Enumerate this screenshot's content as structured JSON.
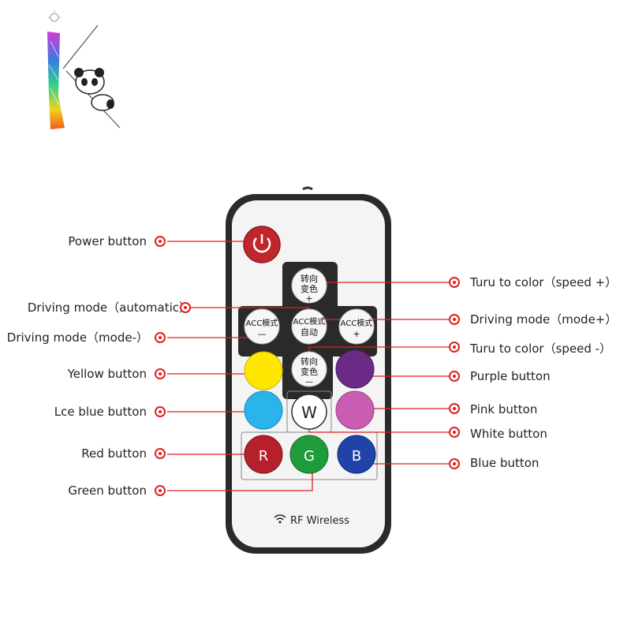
{
  "remote": {
    "power_label": "",
    "btn_top": {
      "line1": "转向",
      "line2": "变色",
      "line3": "+"
    },
    "btn_acc_minus": {
      "line1": "ACC模式",
      "line2": "—"
    },
    "btn_acc_auto": {
      "line1": "ACC模式",
      "line2": "自动"
    },
    "btn_acc_plus": {
      "line1": "ACC模式",
      "line2": "+"
    },
    "btn_bottom": {
      "line1": "转向",
      "line2": "变色",
      "line3": "—"
    },
    "btn_w": "W",
    "btn_r": "R",
    "btn_g": "G",
    "btn_b": "B",
    "footer": "RF Wireless"
  },
  "colors": {
    "power": "#c0272d",
    "yellow": "#ffe600",
    "purple": "#6a2a86",
    "lce_blue": "#2ab4ea",
    "pink": "#c95db2",
    "red": "#b5202a",
    "green": "#1f9b3d",
    "blue": "#2043a8",
    "accent": "#e02020"
  },
  "labels": {
    "power": "Power button",
    "driving_auto": "Driving mode（automatic）",
    "driving_minus": "Driving mode（mode-）",
    "yellow": "Yellow button",
    "lce_blue": "Lce blue button",
    "red": "Red button",
    "green": "Green button",
    "turu_plus": "Turu to color（speed +）",
    "driving_plus": "Driving mode（mode+）",
    "turu_minus": "Turu to color（speed -）",
    "purple": "Purple button",
    "pink": "Pink button",
    "white": "White button",
    "blue": "Blue button"
  }
}
